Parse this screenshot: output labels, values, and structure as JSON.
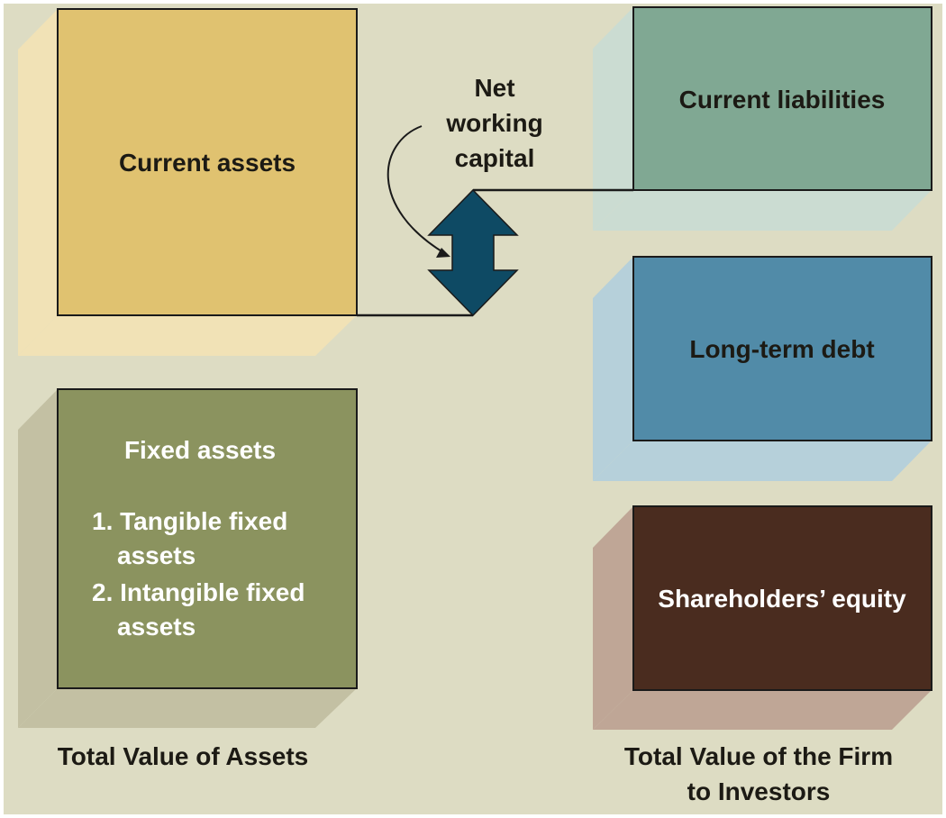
{
  "diagram": {
    "boxes": {
      "current_assets": {
        "label": "Current assets",
        "face_color": "#e0c270",
        "side_color": "#f1e2b6"
      },
      "fixed_assets": {
        "title": "Fixed assets",
        "items": [
          "1. Tangible fixed",
          "assets",
          "2. Intangible fixed",
          "assets"
        ],
        "face_color": "#8b935f",
        "side_color": "#c3c0a3"
      },
      "current_liabilities": {
        "label": "Current liabilities",
        "face_color": "#80a893",
        "side_color": "#cbdcd2"
      },
      "long_term_debt": {
        "label": "Long-term debt",
        "face_color": "#518ba8",
        "side_color": "#b6d0da"
      },
      "shareholders_equity": {
        "label": "Shareholders’ equity",
        "face_color": "#4a2c1f",
        "side_color": "#bfa696"
      }
    },
    "net_working_capital": {
      "lines": [
        "Net",
        "working",
        "capital"
      ],
      "arrow_color": "#0e4a64"
    },
    "captions": {
      "left": [
        "Total Value of Assets"
      ],
      "right": [
        "Total Value of the Firm",
        "to Investors"
      ]
    },
    "background_color": "#dddcc3"
  }
}
